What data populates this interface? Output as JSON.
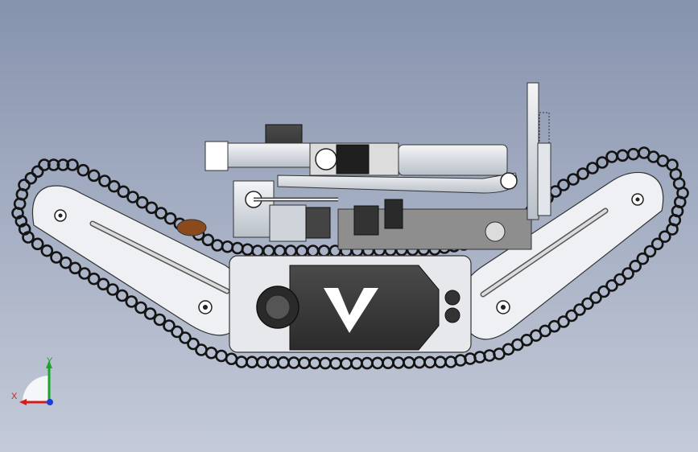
{
  "viewport": {
    "background_top": "#8693ad",
    "background_bottom": "#c4cad8"
  },
  "model": {
    "logo_letter": "V",
    "body_color": "#3a3a3a",
    "plate_color": "#eef0f3",
    "track_color": "#141414",
    "metal_color": "#d8dde3"
  },
  "triad": {
    "x_label": "X",
    "y_label": "Y",
    "x_color": "#d11c1c",
    "y_color": "#19a52b",
    "z_color": "#1b3fd6"
  }
}
